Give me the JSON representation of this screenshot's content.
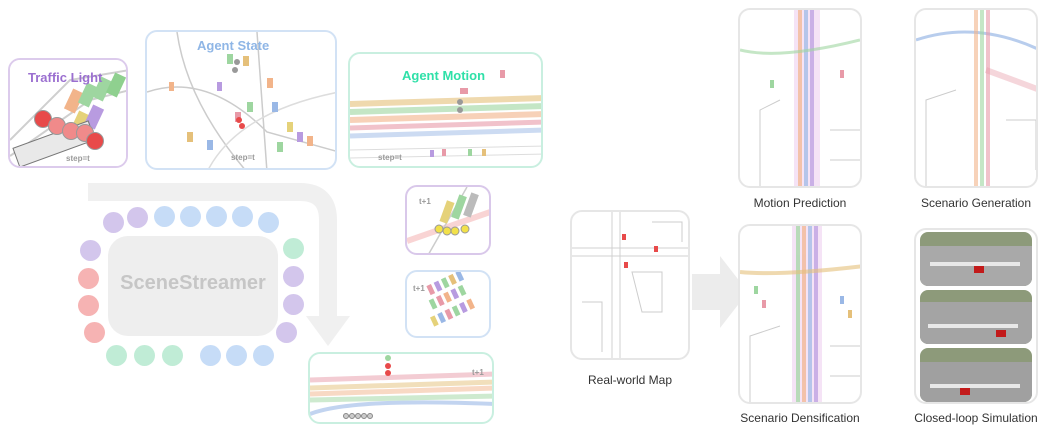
{
  "panels": {
    "traffic_light": {
      "title": "Traffic Light",
      "step": "step=t",
      "title_color": "#9b6fd0",
      "border": "#d9c8ea"
    },
    "agent_state": {
      "title": "Agent State",
      "step": "step=t",
      "title_color": "#8fb6e6",
      "border": "#cfe0f4"
    },
    "agent_motion": {
      "title": "Agent Motion",
      "step": "step=t",
      "title_color": "#2fe0a8",
      "border": "#c8efe0"
    },
    "next_traffic_light": {
      "step": "t+1"
    },
    "next_agent_state": {
      "step": "t+1"
    },
    "next_agent_motion": {
      "step": "t+1"
    }
  },
  "model": {
    "label": "SceneStreamer"
  },
  "token_colors": {
    "traffic_light": "#f6b3b3",
    "agent_state": "#d3c6ec",
    "agent_motion": "#c0ecd6",
    "blue": "#c6dcf7"
  },
  "applications": {
    "input_caption": "Real-world Map",
    "items": [
      {
        "caption": "Motion Prediction"
      },
      {
        "caption": "Scenario Generation"
      },
      {
        "caption": "Scenario Densification"
      },
      {
        "caption": "Closed-loop Simulation"
      }
    ]
  }
}
